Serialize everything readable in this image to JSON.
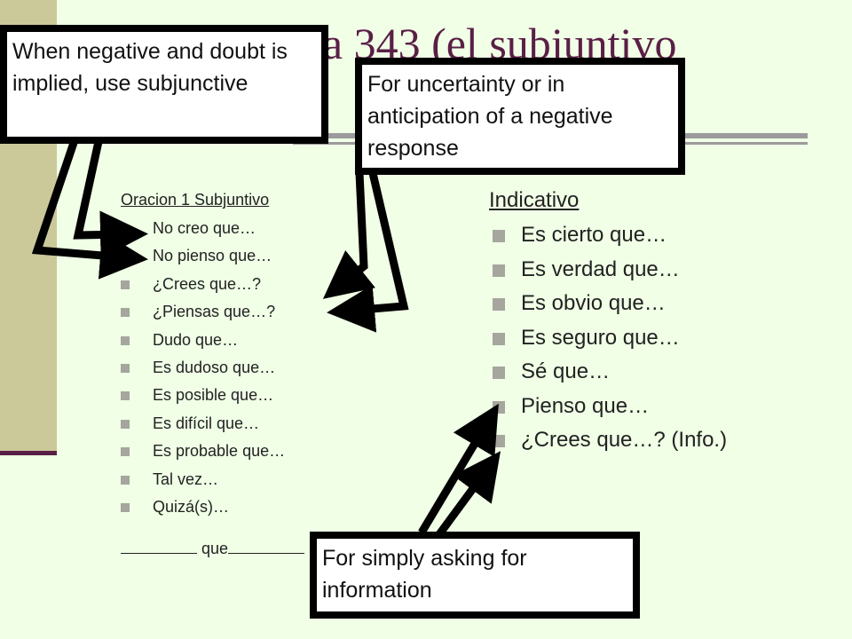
{
  "slide": {
    "title_line1": "gina 343 (el subjuntivo",
    "title_line2": "ar"
  },
  "left_column": {
    "header": "Oracion 1 Subjuntivo",
    "items": [
      "No creo que…",
      "No pienso que…",
      "¿Crees que…?",
      "¿Piensas que…?",
      "Dudo que…",
      "Es dudoso que…",
      "Es posible que…",
      "Es difícil que…",
      "Es probable que…",
      "Tal vez…",
      "Quizá(s)…"
    ],
    "blank_text": "que"
  },
  "right_column": {
    "header": "Indicativo",
    "items": [
      "Es cierto que…",
      "Es verdad que…",
      "Es obvio que…",
      "Es seguro que…",
      "Sé que…",
      "Pienso que…",
      "¿Crees que…? (Info.)"
    ]
  },
  "callouts": {
    "negative_doubt": "When negative and doubt is implied, use subjunctive",
    "uncertainty": "For uncertainty or in anticipation of a negative response",
    "information": "For simply asking for information"
  },
  "colors": {
    "background": "#f0ffe6",
    "accent_bar": "#cbc89a",
    "title": "#5a1f46",
    "bullet": "#a6a59e"
  }
}
